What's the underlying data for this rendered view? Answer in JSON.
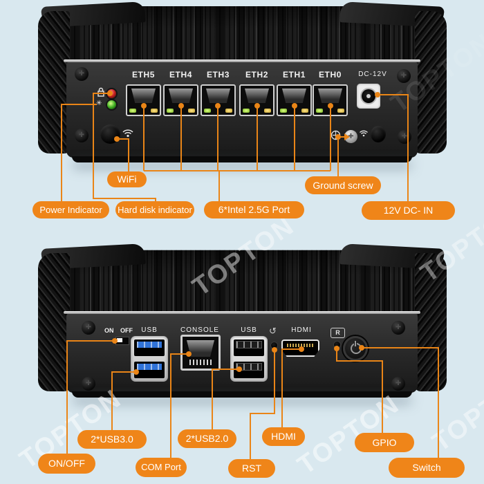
{
  "colors": {
    "background": "#d9e8ef",
    "accent_orange": "#ef8519",
    "line_orange": "#ea8517",
    "chassis_face": "#2a2a2a",
    "usb3_blue": "#2f72d8",
    "led_green": "#3fae22",
    "led_red": "#cf2525",
    "port_led_green": "#79b41f",
    "port_led_yellow": "#c3a02c"
  },
  "watermark": {
    "text": "TOPTON"
  },
  "back_panel": {
    "eth_labels": [
      "ETH5",
      "ETH4",
      "ETH3",
      "ETH2",
      "ETH1",
      "ETH0"
    ],
    "dc_label": "DC-12V"
  },
  "front_panel": {
    "on_label": "ON",
    "off_label": "OFF",
    "usb3_label": "USB",
    "console_label": "CONSOLE",
    "usb2_label": "USB",
    "hdmi_label": "HDMI",
    "gpio_mark": "R"
  },
  "glyphs": {
    "reset_icon": "↺",
    "activity_icon": "✳",
    "screw_cross": "✚"
  },
  "callouts": {
    "wifi": "WiFi",
    "power_indicator": "Power Indicator",
    "hdd_indicator": "Hard disk indicator",
    "intel_ports": "6*Intel 2.5G Port",
    "ground_screw": "Ground screw",
    "dc_in": "12V DC- IN",
    "usb3": "2*USB3.0",
    "usb2": "2*USB2.0",
    "hdmi": "HDMI",
    "gpio": "GPIO",
    "on_off": "ON/OFF",
    "com_port": "COM Port",
    "rst": "RST",
    "switch": "Switch"
  }
}
